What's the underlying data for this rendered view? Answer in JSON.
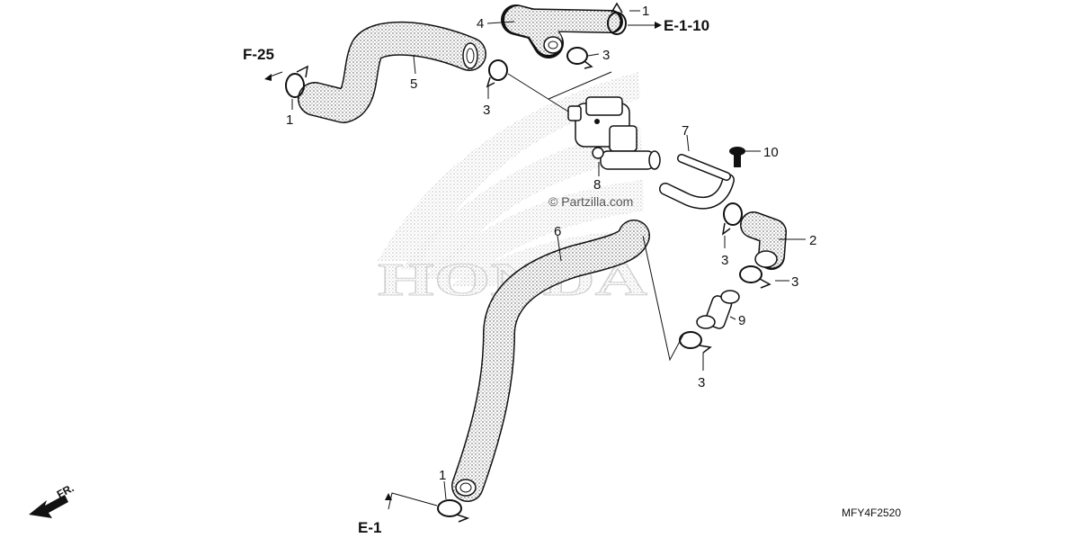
{
  "diagram": {
    "part_numbers": {
      "p1_top": "1",
      "p1_left": "1",
      "p1_bottom": "1",
      "p2": "2",
      "p3_a": "3",
      "p3_b": "3",
      "p3_c": "3",
      "p3_d": "3",
      "p3_e": "3",
      "p4": "4",
      "p5": "5",
      "p6": "6",
      "p7": "7",
      "p8": "8",
      "p9": "9",
      "p10": "10"
    },
    "references": {
      "f25": "F-25",
      "e110": "E-1-10",
      "e1": "E-1"
    },
    "direction_label": "FR.",
    "diagram_code": "MFY4F2520",
    "watermark_text": "© Partzilla.com",
    "brand_watermark": "HONDA"
  }
}
